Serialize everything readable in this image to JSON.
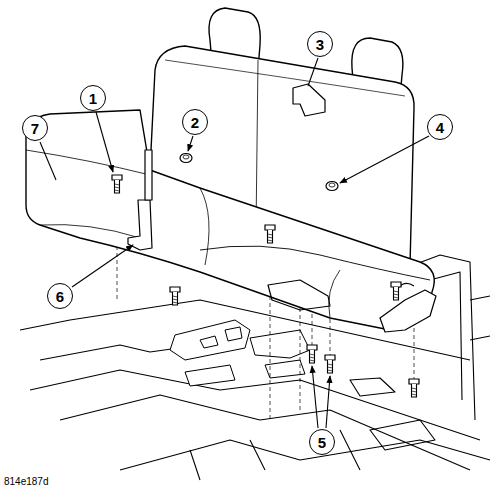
{
  "diagram": {
    "nodes": [
      {
        "text": [
          "1"
        ]
      },
      {
        "text": [
          "2"
        ]
      },
      {
        "text": [
          "3"
        ]
      },
      {
        "text": [
          "4"
        ]
      },
      {
        "text": [
          "5"
        ]
      },
      {
        "text": [
          "6"
        ]
      },
      {
        "text": [
          "7"
        ]
      }
    ],
    "labels": [
      "814e187d"
    ]
  }
}
